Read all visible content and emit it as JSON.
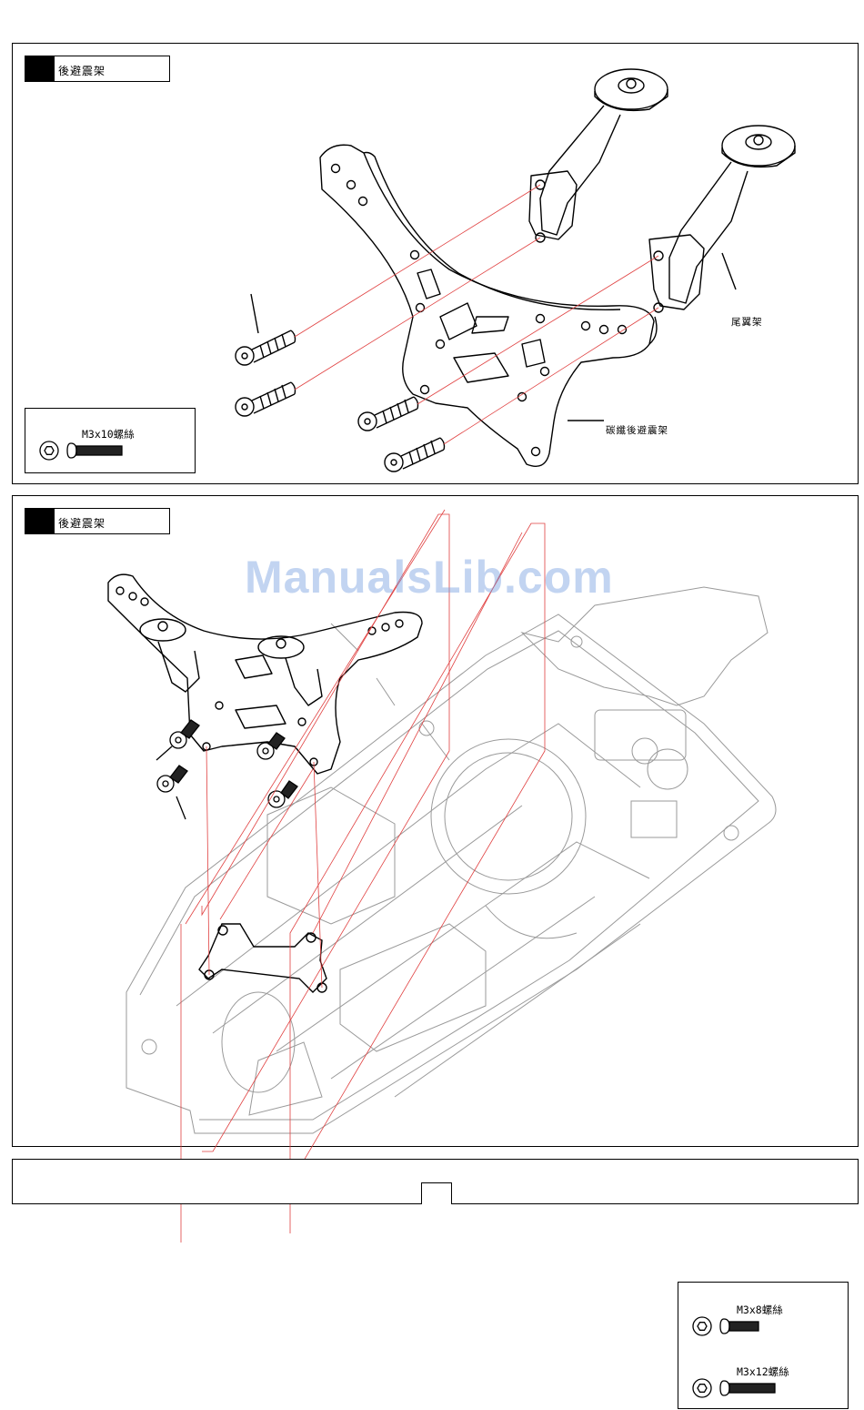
{
  "top_panel": {
    "section_title": "後避震架",
    "hardware": {
      "screw_label": "M3x10螺絲"
    },
    "callouts": {
      "wing_mount": "尾翼架",
      "carbon_shock_tower": "碳纖後避震架"
    }
  },
  "bottom_panel": {
    "section_title": "後避震架",
    "watermark": "ManualsLib.com",
    "hardware": {
      "screw_a_label": "M3x8螺絲",
      "screw_b_label": "M3x12螺絲"
    }
  },
  "colors": {
    "line": "#000000",
    "guide": "#e04040",
    "watermark": "#78a0e1"
  }
}
